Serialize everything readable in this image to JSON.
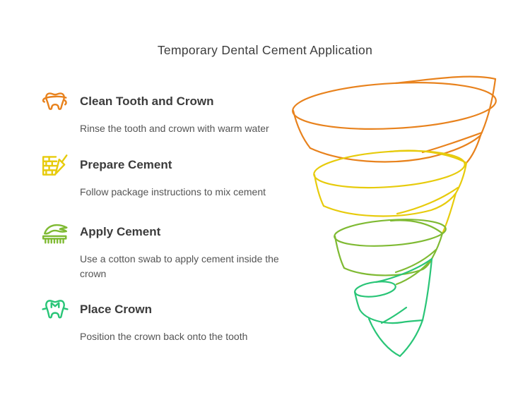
{
  "title": "Temporary Dental Cement Application",
  "steps": [
    {
      "title": "Clean Tooth and Crown",
      "description": "Rinse the tooth and crown with warm water",
      "icon": "tooth-clean-icon",
      "color": "#E8821D"
    },
    {
      "title": "Prepare Cement",
      "description": "Follow package instructions to mix cement",
      "icon": "cement-trowel-icon",
      "color": "#E7CB0C"
    },
    {
      "title": "Apply Cement",
      "description": "Use a cotton swab to apply cement inside the crown",
      "icon": "applicator-brush-icon",
      "color": "#7FBA33"
    },
    {
      "title": "Place Crown",
      "description": "Position the crown back onto the tooth",
      "icon": "tooth-crown-icon",
      "color": "#29C577"
    }
  ],
  "funnel": {
    "type": "spiral-funnel",
    "tiers": [
      {
        "step": 1,
        "color": "#E8821D"
      },
      {
        "step": 2,
        "color": "#E7CB0C"
      },
      {
        "step": 3,
        "color": "#7FBA33"
      },
      {
        "step": 4,
        "color": "#29C577"
      }
    ]
  },
  "colors": {
    "background": "#FFFFFF",
    "title_text": "#3C3C3C",
    "step_title_text": "#3B3B3B",
    "description_text": "#545454"
  }
}
